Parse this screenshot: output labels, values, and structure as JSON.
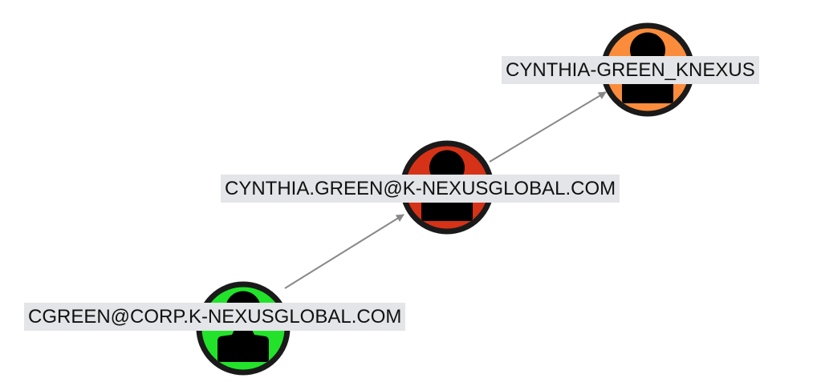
{
  "nodes": [
    {
      "id": "n1",
      "label": "CGREEN@CORP.K-NEXUSGLOBAL.COM",
      "type": "user",
      "color": "#22e32a"
    },
    {
      "id": "n2",
      "label": "CYNTHIA.GREEN@K-NEXUSGLOBAL.COM",
      "type": "user",
      "color": "#d63217"
    },
    {
      "id": "n3",
      "label": "CYNTHIA-GREEN_KNEXUS",
      "type": "user",
      "color": "#fb8c3c"
    }
  ],
  "edges": [
    {
      "from": "n1",
      "to": "n2",
      "color": "#888888"
    },
    {
      "from": "n2",
      "to": "n3",
      "color": "#888888"
    }
  ]
}
